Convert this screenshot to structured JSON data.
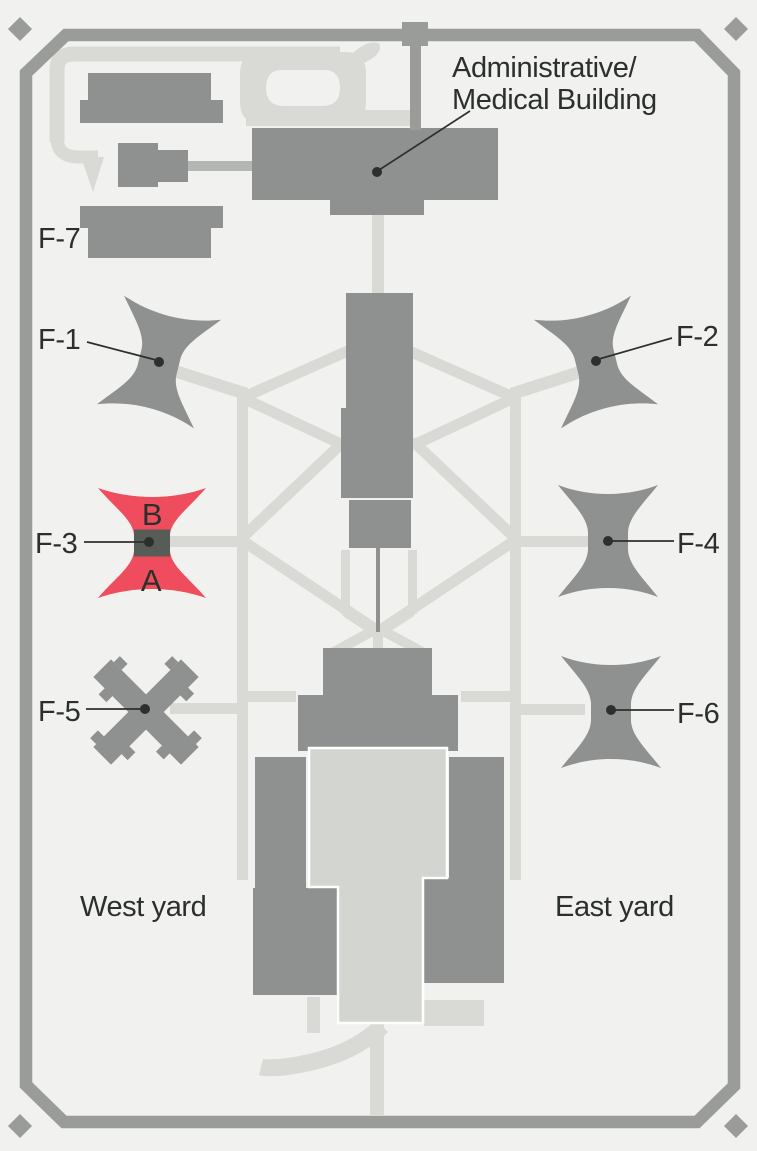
{
  "labels": {
    "f1": "F-1",
    "f2": "F-2",
    "f3": "F-3",
    "f4": "F-4",
    "f5": "F-5",
    "f6": "F-6",
    "f7": "F-7",
    "admin_line1": "Administrative/",
    "admin_line2": "Medical Building",
    "west_yard": "West yard",
    "east_yard": "East yard",
    "unit_a": "A",
    "unit_b": "B"
  },
  "colors": {
    "background": "#f1f1ef",
    "frame": "#999c98",
    "building": "#8e918f",
    "road": "#d9dad6",
    "courtyard": "#d3d5d1",
    "connector": "#b3b6b2",
    "highlight_red": "#ef4d5d",
    "center_square": "#575c57",
    "ink": "#2c302d"
  }
}
